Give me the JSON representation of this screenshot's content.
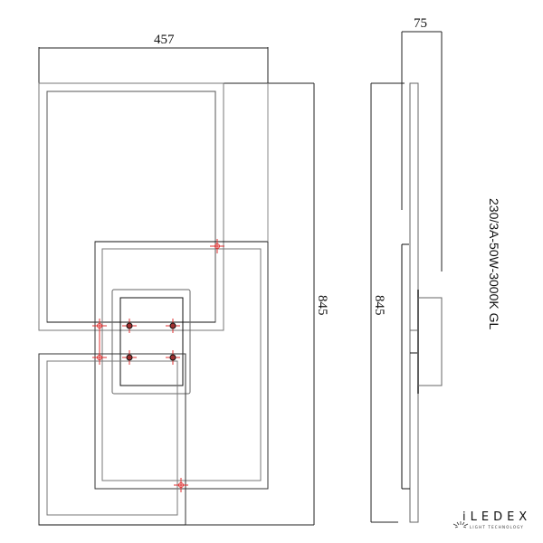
{
  "drawing": {
    "front_view": {
      "width_label": "457",
      "height_label": "845"
    },
    "side_view": {
      "depth_label": "75",
      "height_label": "845"
    },
    "spec_label": "230/3A-50W-3000K GL",
    "colors": {
      "line": "#111111",
      "line_light": "#777777",
      "mount_point": "#e03030"
    }
  },
  "logo": {
    "brand": "iLEDEX",
    "tagline": "LIGHT TECHNOLOGY"
  }
}
